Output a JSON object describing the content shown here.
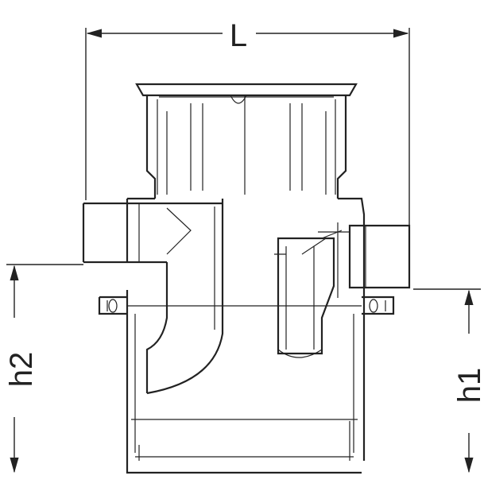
{
  "dimensions": {
    "length_label": "L",
    "height1_label": "h1",
    "height2_label": "h2"
  },
  "colors": {
    "line": "#222222",
    "background": "#ffffff"
  }
}
